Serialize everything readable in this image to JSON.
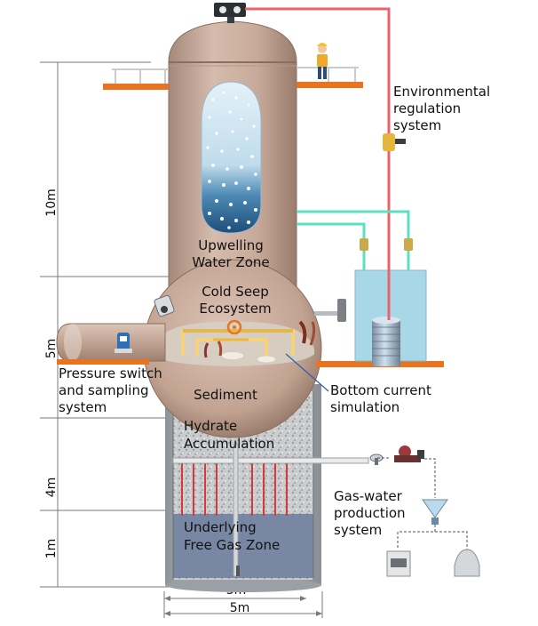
{
  "dimensions": {
    "height_10m": "10m",
    "height_5m": "5m",
    "height_4m": "4m",
    "height_1m": "1m",
    "inner_width": "3m",
    "outer_width": "5m"
  },
  "labels": {
    "upwelling": [
      "Upwelling",
      "Water Zone"
    ],
    "cold_seep": [
      "Cold Seep",
      "Ecosystem"
    ],
    "sediment": "Sediment",
    "hydrate": [
      "Hydrate",
      "Accumulation"
    ],
    "free_gas": [
      "Underlying",
      "Free Gas Zone"
    ],
    "pressure_switch": [
      "Pressure switch",
      "and sampling",
      "system"
    ],
    "bottom_current": [
      "Bottom current",
      "simulation"
    ],
    "environmental": [
      "Environmental",
      "regulation",
      "system"
    ],
    "gas_water": [
      "Gas-water",
      "production",
      "system"
    ]
  },
  "colors": {
    "vessel": "#c8aa9a",
    "vessel_dark": "#9c7e6f",
    "platform": "#e8741f",
    "tank_water": "#a8d8e8",
    "red_pipe": "#e8636b",
    "green_pipe": "#5ee0c0",
    "lower_column": "#b0b4b8",
    "free_gas": "#6e7fa0",
    "dim_line": "#7a7a7a"
  },
  "icons": [
    "valve-icon",
    "worker-icon",
    "camera-icon",
    "sensor-icon",
    "pump-icon",
    "separator-icon",
    "gas-cylinder-icon",
    "flowmeter-icon",
    "thermometer-icon",
    "lamp-icon"
  ]
}
